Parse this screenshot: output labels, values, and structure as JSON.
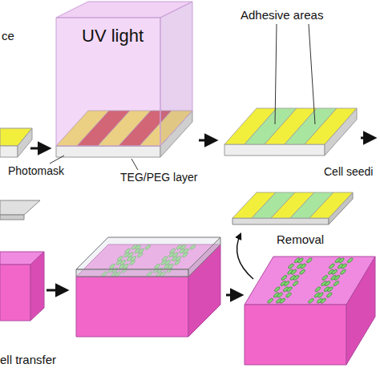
{
  "diagram": {
    "nodes": [
      {
        "text": [
          "UV light"
        ]
      }
    ],
    "labels": [
      "ce",
      "Adhesive areas",
      "Photomask",
      "TEG/PEG layer",
      "Cell seedi",
      "Removal",
      "ell transfer"
    ]
  }
}
